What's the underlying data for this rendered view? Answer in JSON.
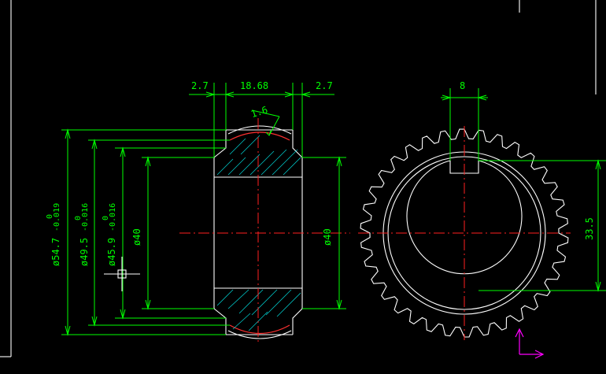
{
  "dimensions": {
    "left_chamfer": "2.7",
    "face_width": "18.68",
    "right_chamfer": "2.7",
    "groove_radius": "1.6",
    "tip_diameter_base": "ø54.7",
    "tip_diameter_tol_upper": "0",
    "tip_diameter_tol_lower": "-0.019",
    "pitch_diameter_base": "ø49.5",
    "pitch_diameter_tol_upper": "0",
    "pitch_diameter_tol_lower": "-0.016",
    "root_diameter_base": "ø45.9",
    "root_diameter_tol_upper": "0",
    "root_diameter_tol_lower": "-0.016",
    "bore_left": "ø40",
    "bore_right": "ø40",
    "keyway_width": "8",
    "keyway_depth": "33.5"
  },
  "colors": {
    "background": "#000000",
    "dimension": "#00ff00",
    "outline": "#ffffff",
    "centerline": "#ff2020",
    "hatch": "#00c8c8",
    "ucs": "#ff00ff"
  },
  "icons": {
    "crosshair": "crosshair-cursor-icon",
    "ucs": "ucs-axis-icon"
  }
}
